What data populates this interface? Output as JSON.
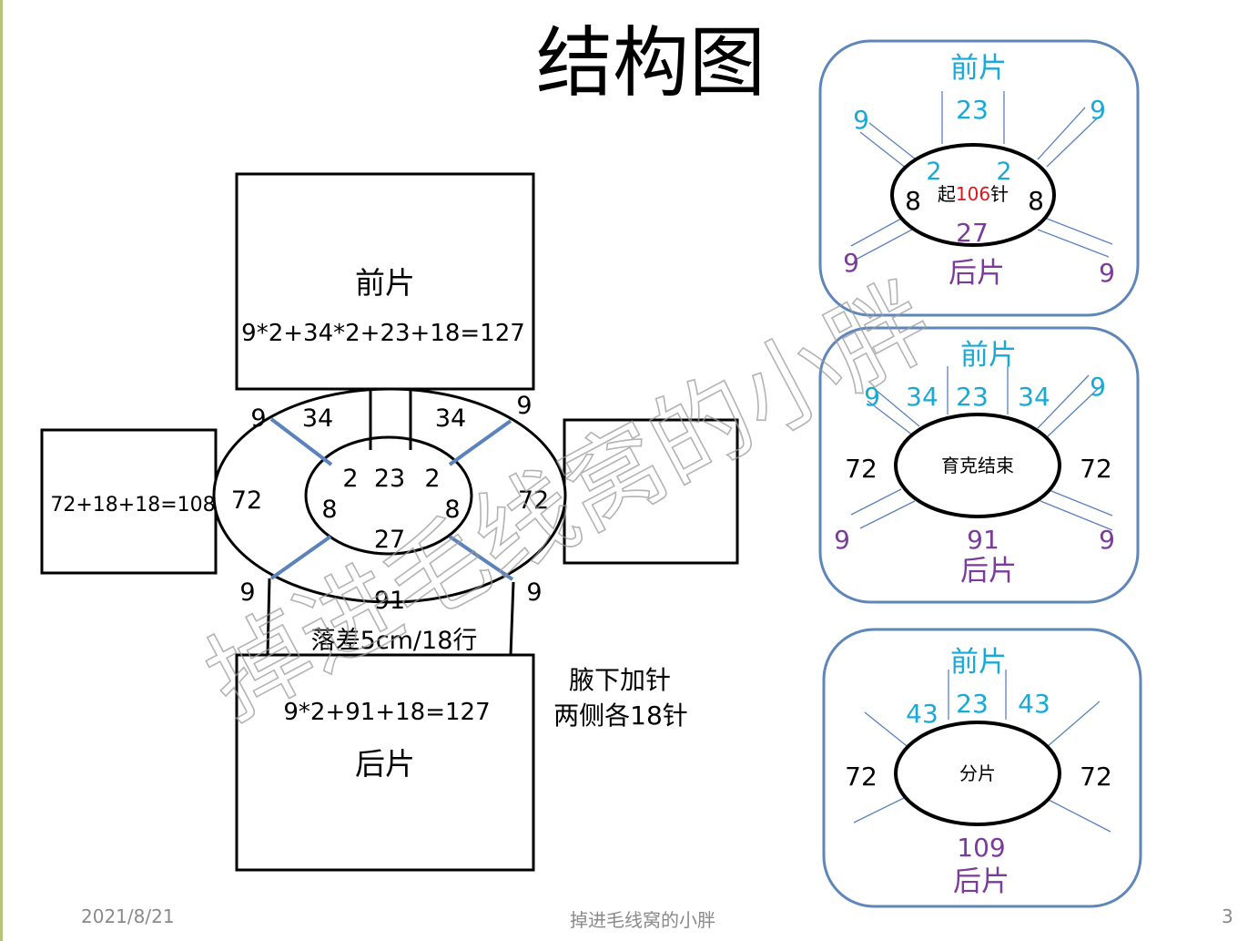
{
  "title": "结构图",
  "footer": {
    "date": "2021/8/21",
    "center": "掉进毛线窝的小胖",
    "page": "3"
  },
  "watermark": "掉进毛线窝的小胖",
  "colors": {
    "cyan": "#1aa9d6",
    "purple": "#7a3b9a",
    "red": "#e0141b",
    "blue_frame": "#5f86b8",
    "blue_line": "#5a82bd"
  },
  "main": {
    "front_title": "前片",
    "front_formula": "9*2+34*2+23+18=127",
    "back_title": "后片",
    "back_formula": "9*2+91+18=127",
    "sleeve_formula": "72+18+18=108",
    "drop_note": "落差5cm/18行",
    "underarm_1": "腋下加针",
    "underarm_2": "两侧各18针",
    "outer": {
      "tl9": "9",
      "tl34": "34",
      "tr34": "34",
      "tr9": "9",
      "left72": "72",
      "right72": "72",
      "bl9": "9",
      "br9": "9",
      "bottom91": "91"
    },
    "inner": {
      "l2": "2",
      "top23": "23",
      "r2": "2",
      "l8": "8",
      "r8": "8",
      "bottom27": "27"
    }
  },
  "panel1": {
    "front": "前片",
    "n23": "23",
    "tl9": "9",
    "tr9": "9",
    "l2": "2",
    "r2": "2",
    "l8": "8",
    "r8": "8",
    "start_pre": "起",
    "start_num": "106",
    "start_post": "针",
    "n27": "27",
    "bl9": "9",
    "br9": "9",
    "back": "后片"
  },
  "panel2": {
    "front": "前片",
    "l9": "9",
    "l34": "34",
    "n23": "23",
    "r34": "34",
    "r9": "9",
    "l72": "72",
    "r72": "72",
    "center": "育克结束",
    "bl9": "9",
    "br9": "9",
    "n91": "91",
    "back": "后片"
  },
  "panel3": {
    "front": "前片",
    "l43": "43",
    "n23": "23",
    "r43": "43",
    "l72": "72",
    "r72": "72",
    "center": "分片",
    "n109": "109",
    "back": "后片"
  }
}
